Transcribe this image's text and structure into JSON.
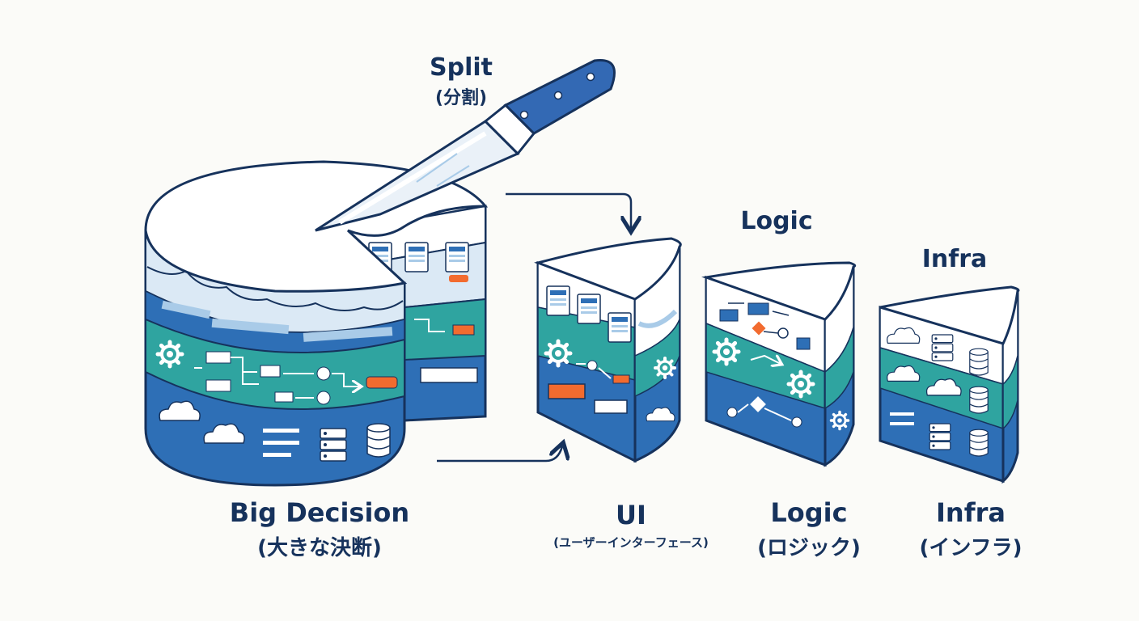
{
  "labels": {
    "split_title": "Split",
    "split_sub": "(分割)",
    "big_title": "Big Decision",
    "big_sub": "(大きな決断)",
    "ui_title": "UI",
    "ui_sub": "(ユーザーインターフェース)",
    "logic_top": "Logic",
    "logic_title": "Logic",
    "logic_sub": "(ロジック)",
    "infra_top": "Infra",
    "infra_title": "Infra",
    "infra_sub": "(インフラ)"
  },
  "colors": {
    "outline": "#16325c",
    "top_face": "#ffffff",
    "frosting": "#dbe9f5",
    "teal_layer": "#2fa4a0",
    "blue_layer": "#2e6fb6",
    "light_blue_layer": "#a9cbe8",
    "accent": "#f26b2f",
    "knife_handle": "#3369b4",
    "knife_blade": "#eaf1f8"
  },
  "icons": [
    "knife-icon",
    "gear-icon",
    "cloud-icon",
    "server-icon",
    "database-icon",
    "window-icon",
    "flow-icon",
    "arrow-icon"
  ]
}
